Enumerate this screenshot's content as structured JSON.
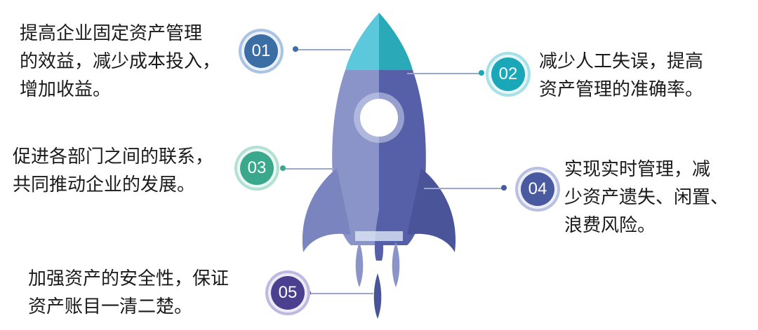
{
  "points": [
    {
      "number": "01",
      "text": "提高企业固定资产管理\n的效益，减少成本投入，\n增加收益。",
      "color": "#3b6ea5",
      "ring": "#a9c3e3"
    },
    {
      "number": "02",
      "text": "减少人工失误，提高\n资产管理的准确率。",
      "color": "#1aa7b8",
      "ring": "#a6e0e8"
    },
    {
      "number": "03",
      "text": "促进各部门之间的联系，\n共同推动企业的发展。",
      "color": "#3aa88c",
      "ring": "#b2e0d3"
    },
    {
      "number": "04",
      "text": "实现实时管理，减\n少资产遗失、闲置、\n浪费风险。",
      "color": "#4a5aa0",
      "ring": "#b9c0e2"
    },
    {
      "number": "05",
      "text": "加强资产的安全性，保证\n资产账目一清二楚。",
      "color": "#4b3f8f",
      "ring": "#c1b8e2"
    }
  ],
  "colors": {
    "rocket_nose_left": "#5bc8dc",
    "rocket_nose_right": "#2aa9b8",
    "rocket_body_left": "#8a94c8",
    "rocket_body_right": "#5560a8",
    "rocket_fin_left": "#7a84bf",
    "rocket_fin_right": "#4a5499",
    "window": "#ffffff",
    "connector_line": "#9aa8c8"
  }
}
